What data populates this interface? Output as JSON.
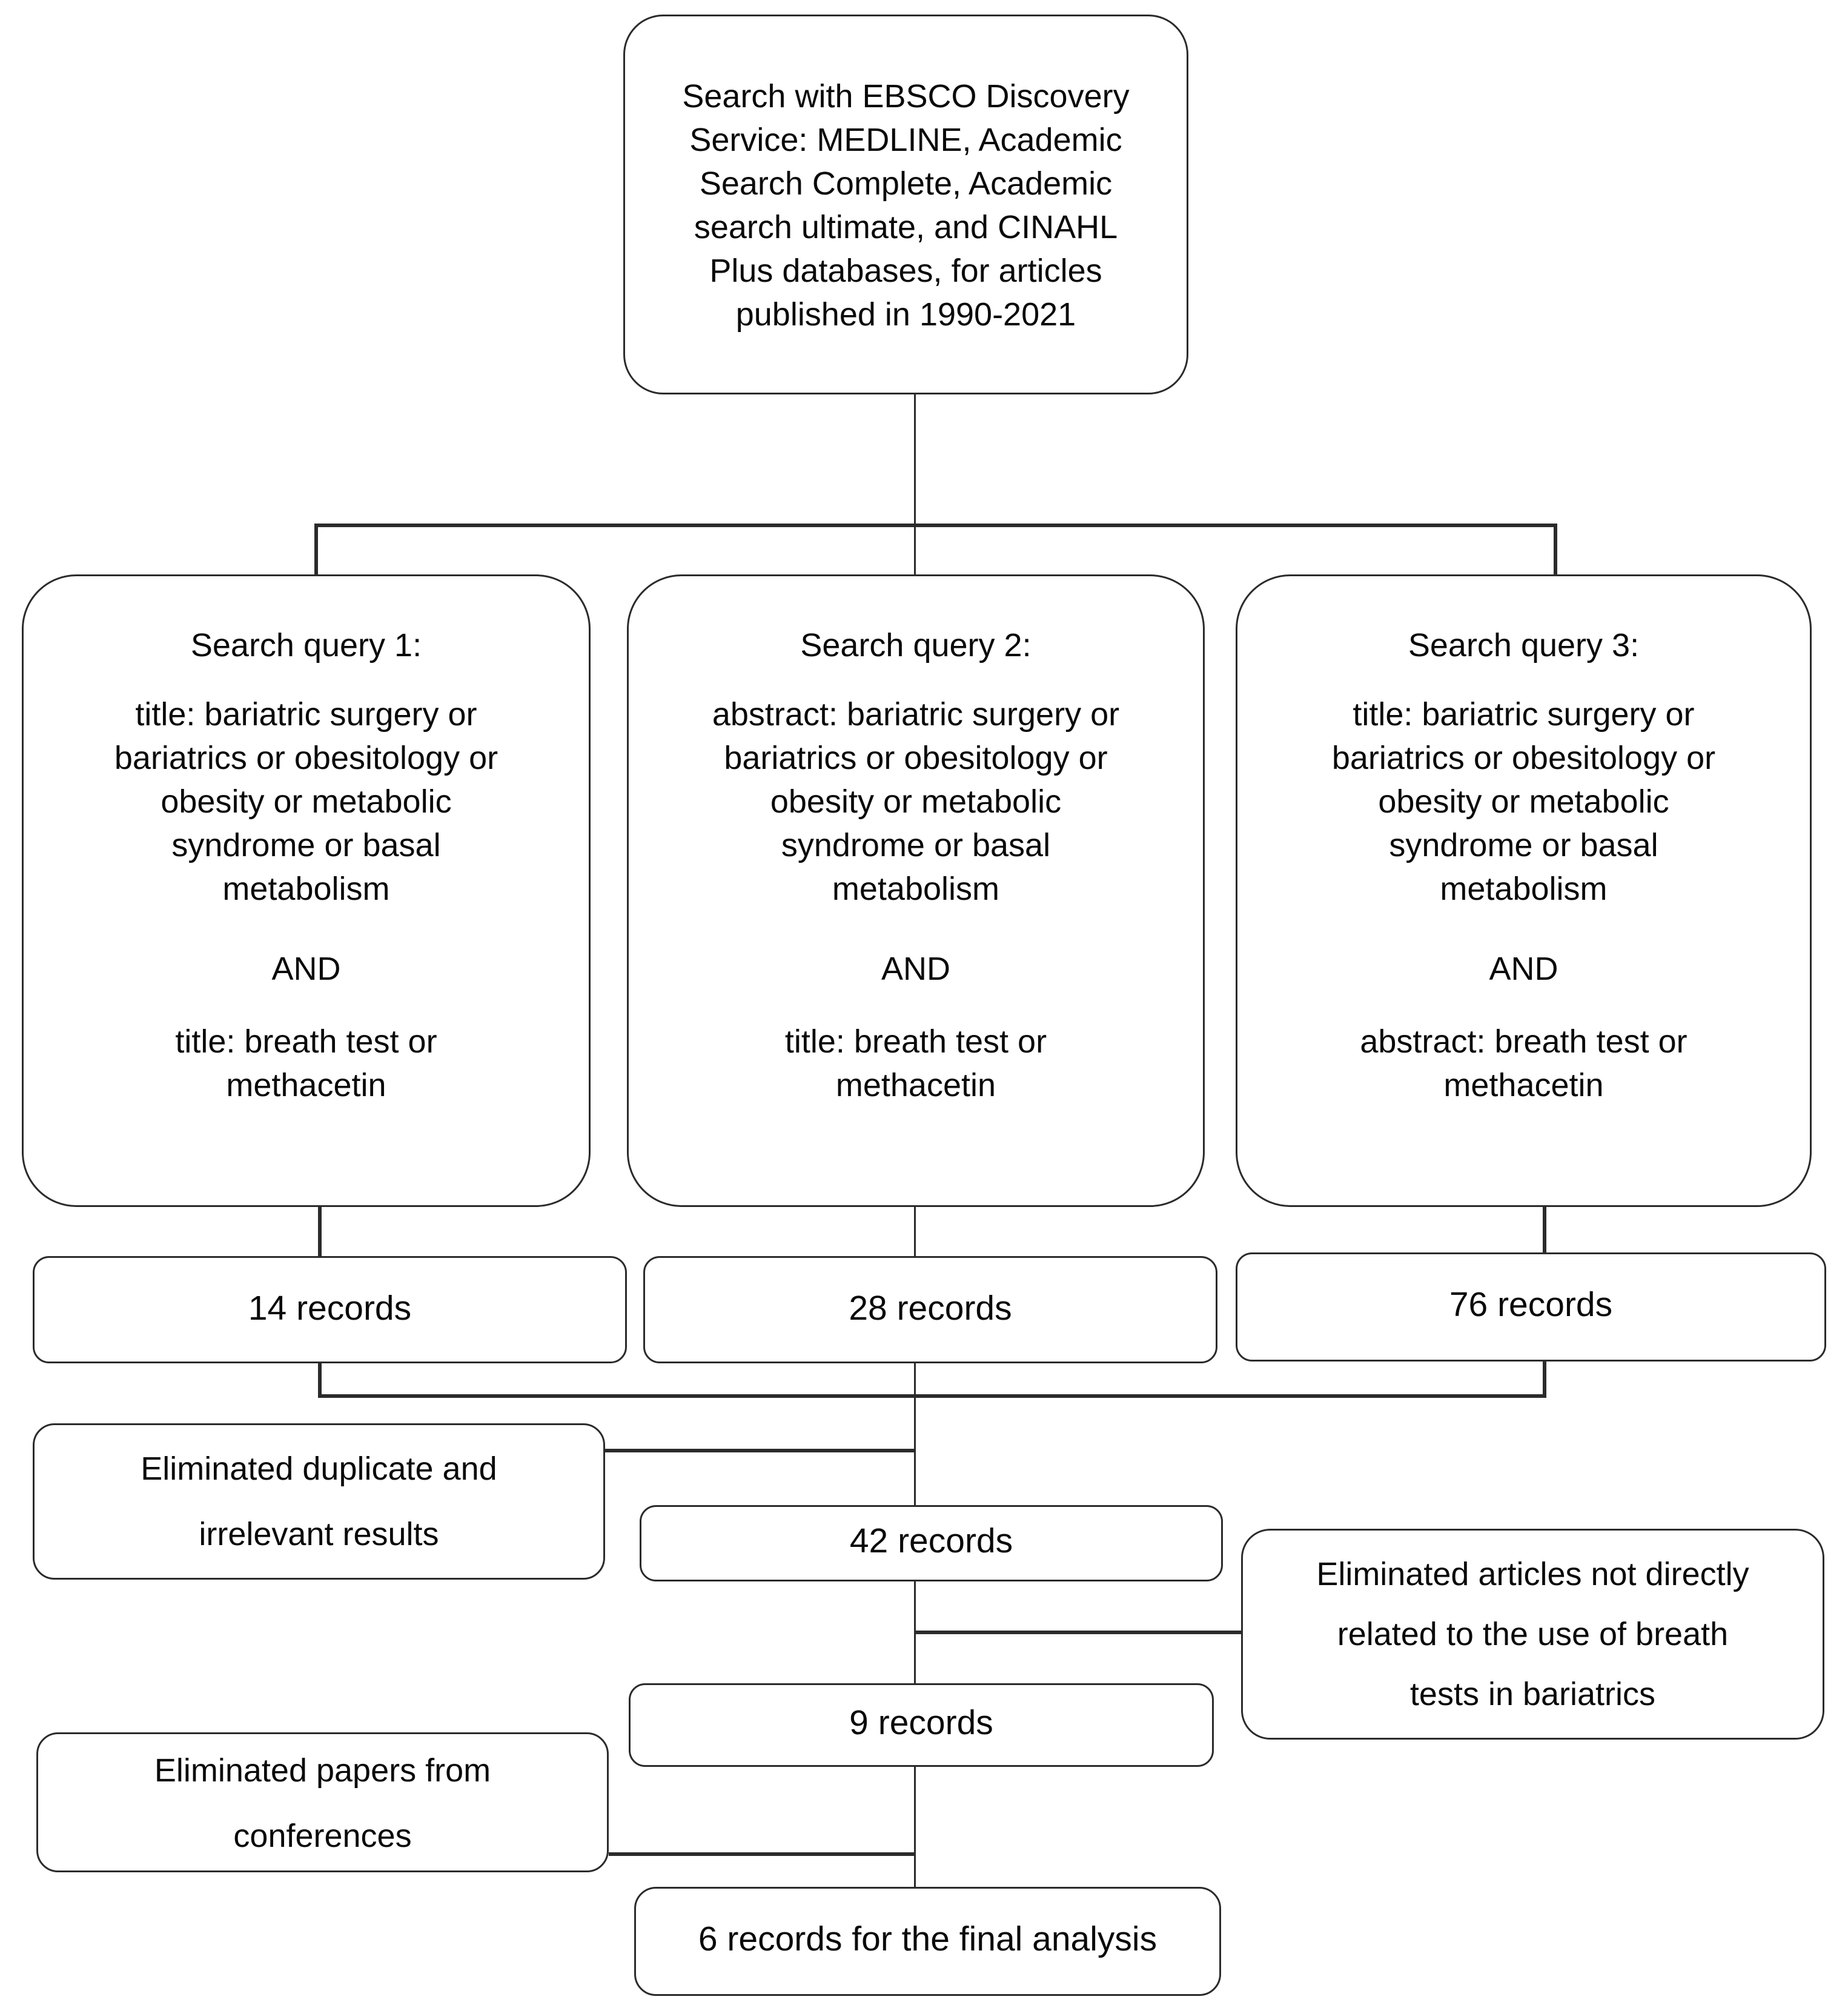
{
  "diagram": {
    "source": {
      "text": "Search with EBSCO Discovery\nService: MEDLINE, Academic\nSearch Complete, Academic\nsearch ultimate, and CINAHL\nPlus databases, for articles\npublished in 1990-2021"
    },
    "queries": [
      {
        "title": "Search query 1:",
        "criteria_first": "title: bariatric surgery or\nbariatrics or obesitology or\nobesity or metabolic\nsyndrome or basal\nmetabolism",
        "operator": "AND",
        "criteria_second": "title: breath test or\nmethacetin"
      },
      {
        "title": "Search query 2:",
        "criteria_first": "abstract: bariatric surgery or\nbariatrics or obesitology or\nobesity or metabolic\nsyndrome or basal\nmetabolism",
        "operator": "AND",
        "criteria_second": "title: breath test or\nmethacetin"
      },
      {
        "title": "Search query 3:",
        "criteria_first": "title: bariatric surgery or\nbariatrics or obesitology or\nobesity or metabolic\nsyndrome or basal\nmetabolism",
        "operator": "AND",
        "criteria_second": "abstract: breath test or\nmethacetin"
      }
    ],
    "query_results": [
      "14 records",
      "28 records",
      "76 records"
    ],
    "merged_result": "42 records",
    "elimination_duplicates": "Eliminated duplicate and\nirrelevant results",
    "screened_result": "9 records",
    "elimination_articles": "Eliminated articles not directly\nrelated to the use of breath\ntests in bariatrics",
    "elimination_conferences": "Eliminated papers from\nconferences",
    "final_result": "6 records for the final analysis"
  }
}
